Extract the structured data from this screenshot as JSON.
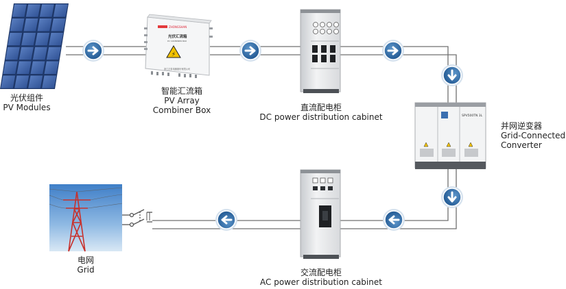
{
  "colors": {
    "line": "#6f6f6f",
    "arrow_fill": "#2f6ea3",
    "arrow_ring": "#d6e2ee"
  },
  "nodes": {
    "pv_modules": {
      "zh": "光伏组件",
      "en": "PV Modules"
    },
    "combiner_box": {
      "zh": "智能汇流箱",
      "en_line1": "PV Array",
      "en_line2": "Combiner Box"
    },
    "dc_cabinet": {
      "zh": "直流配电柜",
      "en": "DC power distribution cabinet"
    },
    "inverter": {
      "zh": "并网逆变器",
      "en_line1": "Grid-Connected",
      "en_line2": "Converter"
    },
    "ac_cabinet": {
      "zh": "交流配电柜",
      "en": "AC power distribution cabinet"
    },
    "grid": {
      "zh": "电网",
      "en": "Grid"
    }
  },
  "equipment_text": {
    "combiner_brand": "ZHONGSHAN",
    "combiner_title": "光伏汇流箱",
    "combiner_subtitle": "PV COMBINER BOX",
    "combiner_footer": "浙江正泰电器股份有限公司",
    "inverter_model": "SPV500TN 3L"
  },
  "arrows": [
    {
      "direction": "right"
    },
    {
      "direction": "right"
    },
    {
      "direction": "right"
    },
    {
      "direction": "down"
    },
    {
      "direction": "down"
    },
    {
      "direction": "left"
    },
    {
      "direction": "left"
    }
  ]
}
